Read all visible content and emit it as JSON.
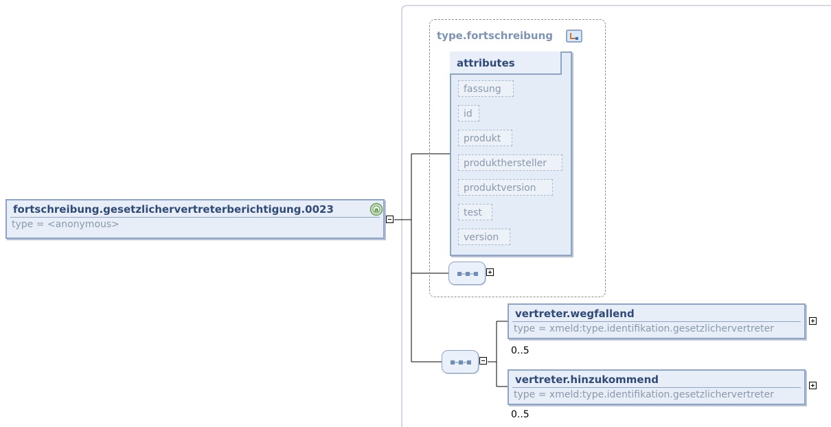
{
  "root": {
    "name": "fortschreibung.gesetzlichervertreterberichtigung.0023",
    "type_text": "type = <anonymous>"
  },
  "complex_type": {
    "name": "type.fortschreibung",
    "attributes_header": "attributes",
    "attributes": [
      "fassung",
      "id",
      "produkt",
      "produkthersteller",
      "produktversion",
      "test",
      "version"
    ]
  },
  "children": [
    {
      "name": "vertreter.wegfallend",
      "type_text": "type = xmeld:type.identifikation.gesetzlichervertreter",
      "multiplicity": "0..5"
    },
    {
      "name": "vertreter.hinzukommend",
      "type_text": "type = xmeld:type.identifikation.gesetzlichervertreter",
      "multiplicity": "0..5"
    }
  ],
  "icons": {
    "root_badge": "attribute-badge-icon",
    "type_badge": "complex-type-icon",
    "sequence": "sequence-compositor-icon"
  },
  "colors": {
    "element_fill": "#e8eef7",
    "element_border": "#8da4c6",
    "title_text": "#2f4a77",
    "muted_text": "#8a98ad",
    "badge_green": "#6a9a5a"
  }
}
